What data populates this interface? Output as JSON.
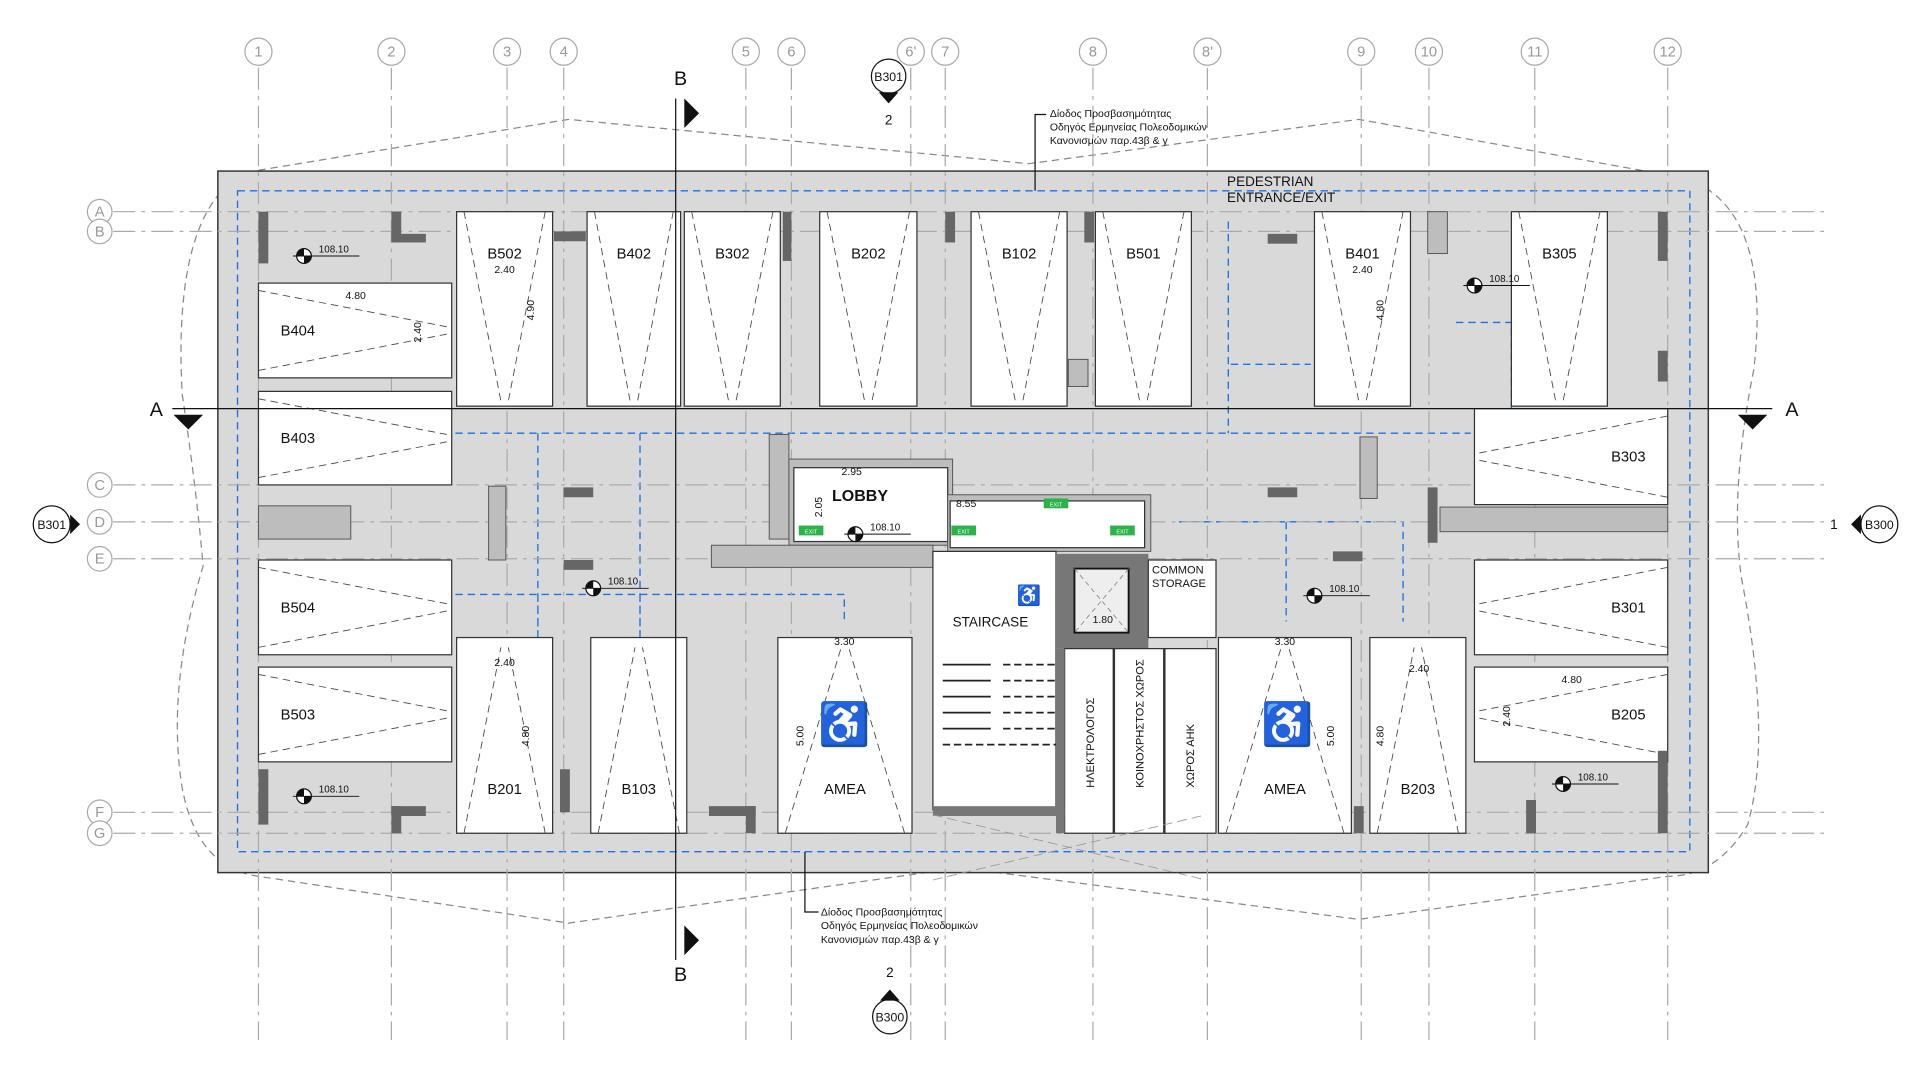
{
  "grid": {
    "columns": [
      "1",
      "2",
      "3",
      "4",
      "5",
      "6",
      "6'",
      "7",
      "8",
      "8'",
      "9",
      "10",
      "11",
      "12"
    ],
    "rows": [
      "A",
      "B",
      "C",
      "D",
      "E",
      "F",
      "G"
    ]
  },
  "sections": {
    "a_left": "A",
    "a_right": "A",
    "b_top": "B",
    "b_bottom": "B"
  },
  "callouts": {
    "top": {
      "ref": "B301",
      "num": "2"
    },
    "bottom": {
      "ref": "B300",
      "num": "2"
    },
    "left": {
      "ref": "B301"
    },
    "right": {
      "ref": "B300",
      "num": "1"
    }
  },
  "notes": {
    "top": [
      "Δίοδος Προσβασημότητας",
      "Οδηγός Ερμηνείας Πολεοδομικών",
      "Κανονισμών  παρ.43β & γ"
    ],
    "bottom": [
      "Δίοδος Προσβασημότητας",
      "Οδηγός Ερμηνείας Πολεοδομικών",
      "Κανονισμών  παρ.43β & γ"
    ],
    "entrance": [
      "PEDESTRIAN",
      "ENTRANCE/EXIT"
    ]
  },
  "parking": {
    "top_row": [
      "B502",
      "B402",
      "B302",
      "B202",
      "B102",
      "B501",
      "B401",
      "B305"
    ],
    "left": [
      "B404",
      "B403",
      "B504",
      "B503"
    ],
    "right": [
      "B303",
      "B301",
      "B205"
    ],
    "bottom_row": [
      "B201",
      "B103",
      "AMEA",
      "AMEA",
      "B203"
    ]
  },
  "rooms": {
    "lobby": "LOBBY",
    "staircase": "STAIRCASE",
    "common_storage": [
      "COMMON",
      "STORAGE"
    ],
    "electrician": "ΗΛΕΚΤΡΟΛΟΓΟΣ",
    "common_space": "ΚΟΙΝΟΧΡΗΣΤΟΣ ΧΩΡΟΣ",
    "ahk_room": "ΧΩΡΟΣ ΑΗΚ",
    "exit_sign": "EXIT"
  },
  "dimensions": {
    "stall_width": "2.40",
    "stall_length": "4.80",
    "stall_length_alt": "4.90",
    "accessible_width": "3.30",
    "accessible_length": "5.00",
    "lobby_width": "2.95",
    "lobby_depth": "2.05",
    "corridor": "8.55",
    "lift": "1.80"
  },
  "levels": [
    "108.10",
    "108.10",
    "108.10",
    "108.10",
    "108.10",
    "108.10",
    "108.10"
  ]
}
